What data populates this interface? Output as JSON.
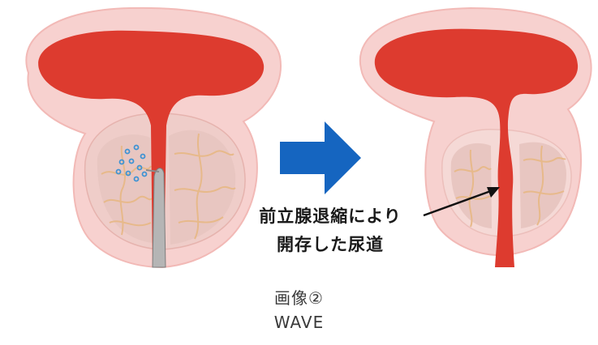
{
  "annotation": {
    "line1": "前立腺退縮により",
    "line2": "開存した尿道"
  },
  "caption": {
    "line1": "画像②",
    "line2": "WAVE"
  },
  "colors": {
    "capsule_outer": "#f7d1cf",
    "capsule_edge": "#f2b9b6",
    "prostate_fill": "#efd3cf",
    "lobe_fill": "#e8c9c5",
    "vein": "#e7b98a",
    "bladder_red": "#dd3b2f",
    "arrow_blue": "#1565c0",
    "steam_dot": "#4a9bd8",
    "probe_gray": "#a9a9a9"
  },
  "icons": {
    "transition_arrow": "right-arrow-icon"
  }
}
